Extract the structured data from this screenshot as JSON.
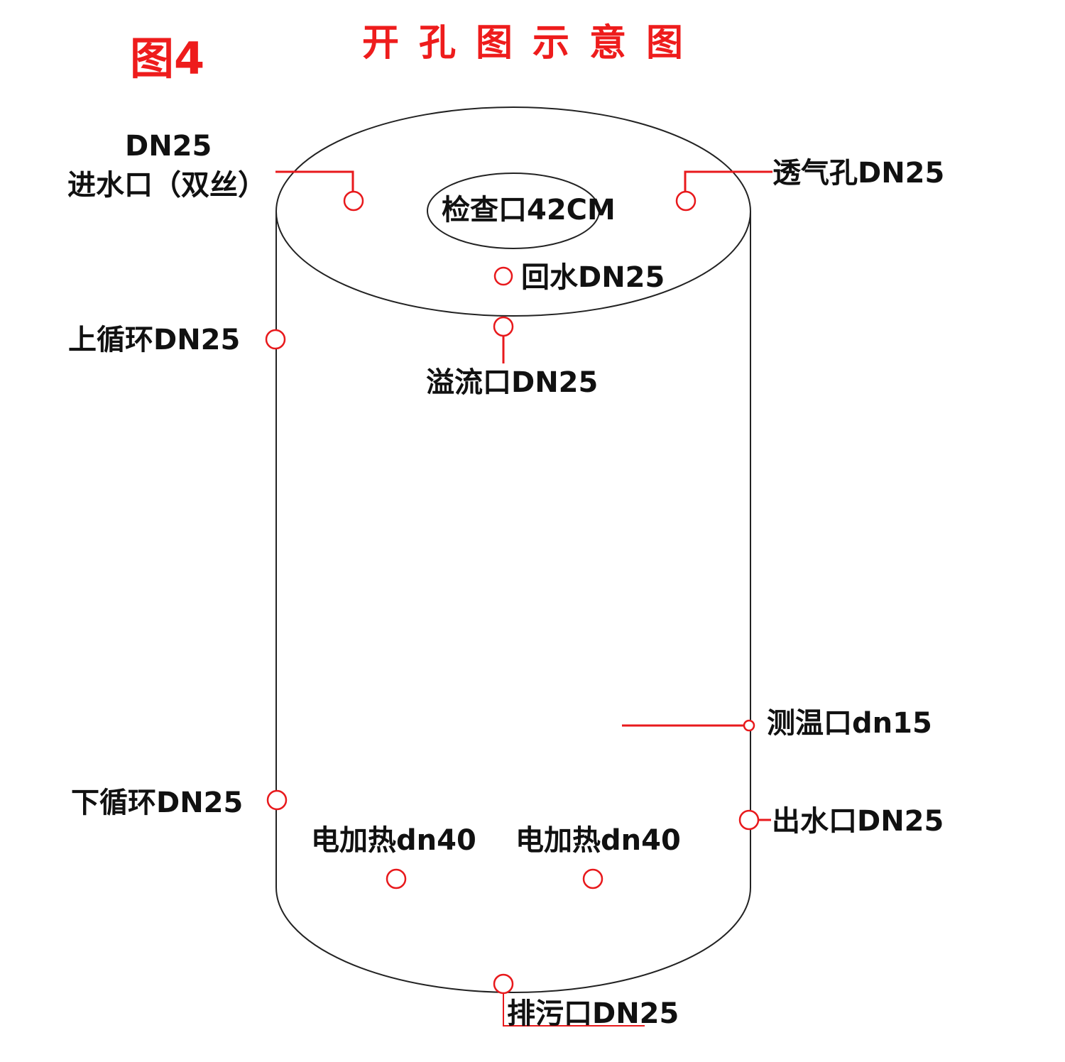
{
  "figure_label": "图4",
  "title": "开孔图示意图",
  "colors": {
    "accent": "#ee1c1c",
    "outline": "#222222"
  },
  "labels": {
    "inlet_size": "DN25",
    "inlet": "进水口（双丝）",
    "inspection": "检查口42CM",
    "vent": "透气孔DN25",
    "return": "回水DN25",
    "upper_circulation": "上循环DN25",
    "overflow": "溢流口DN25",
    "temperature": "测温口dn15",
    "lower_circulation": "下循环DN25",
    "outlet": "出水口DN25",
    "heater_1": "电加热dn40",
    "heater_2": "电加热dn40",
    "drain": "排污口DN25"
  }
}
